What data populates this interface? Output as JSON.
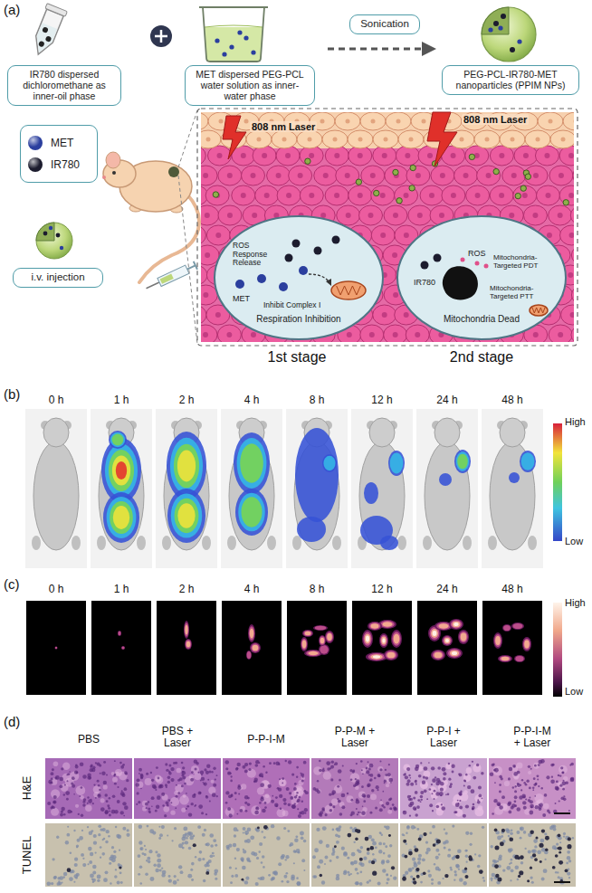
{
  "diagram": {
    "nodes": [
      {
        "text": [
          "IR780 dispersed dichloromethane as inner-oil phase"
        ]
      },
      {
        "text": [
          "MET dispersed PEG-PCL water solution as inner-water phase"
        ]
      },
      {
        "text": [
          "Sonication"
        ]
      },
      {
        "text": [
          "PEG-PCL-IR780-MET nanoparticles (PPIM NPs)"
        ]
      },
      {
        "text": [
          "i.v. injection"
        ]
      },
      {
        "text": [
          "ROS Response Release",
          "MET",
          "Inhibit Complex I",
          "Respiration Inhibition"
        ]
      },
      {
        "text": [
          "IR780",
          "ROS",
          "Mitochondria-Targeted PDT",
          "Mitochondria-Targeted PTT",
          "Mitochondria Dead"
        ]
      }
    ],
    "labels": [
      "(a)",
      "808 nm Laser",
      "808 nm Laser",
      "1st stage",
      "2nd stage",
      "(b)",
      "0 h",
      "1 h",
      "2 h",
      "4 h",
      "8 h",
      "12 h",
      "24 h",
      "48 h",
      "High",
      "Low",
      "(c)",
      "0 h",
      "1 h",
      "2 h",
      "4 h",
      "8 h",
      "12 h",
      "24 h",
      "48 h",
      "High",
      "Low",
      "(d)",
      "PBS",
      "PBS + Laser",
      "P-P-I-M",
      "P-P-M + Laser",
      "P-P-I + Laser",
      "P-P-I-M + Laser",
      "H&E",
      "TUNEL"
    ],
    "legend": [
      {
        "text": "MET",
        "color": "#2b3f9e"
      },
      {
        "text": "IR780",
        "color": "#1c1c2e"
      }
    ]
  }
}
